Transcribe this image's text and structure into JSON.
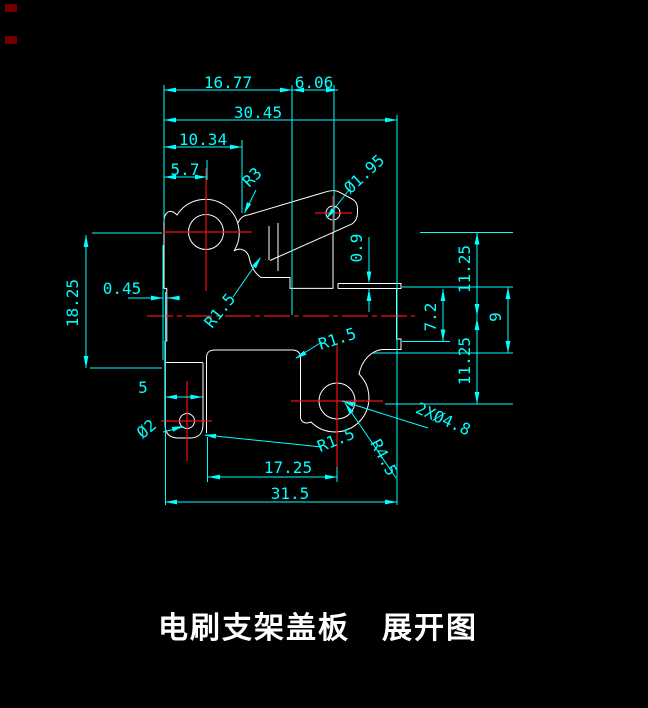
{
  "title": "电刷支架盖板　展开图",
  "colors": {
    "background": "#000000",
    "geometry": "#ffffff",
    "dimensions": "#00ffff",
    "centerlines": "#ee1111"
  },
  "dimensions": {
    "width_top_left": "16.77",
    "width_top_right": "6.06",
    "width_total_top": "30.45",
    "width_1034": "10.34",
    "width_57": "5.7",
    "radius_neck_top": "R3",
    "dia_arm_hole": "Ø1.95",
    "height_left": "18.25",
    "width_step": "0.45",
    "radius_neck_fillet": "R1.5",
    "height_upper_right": "11.25",
    "height_step_right": "0.9",
    "height_tab_right": "7.2",
    "height_9": "9",
    "height_lower_right": "11.25",
    "radius_slot_corner": "R1.5",
    "width_tab": "5",
    "dia_small_hole": "Ø2",
    "radius_tab_corner": "R1.5",
    "width_1725": "17.25",
    "width_total_bottom": "31.5",
    "holes_callout": "2XØ4.8",
    "radius_lobe": "R4.5"
  }
}
